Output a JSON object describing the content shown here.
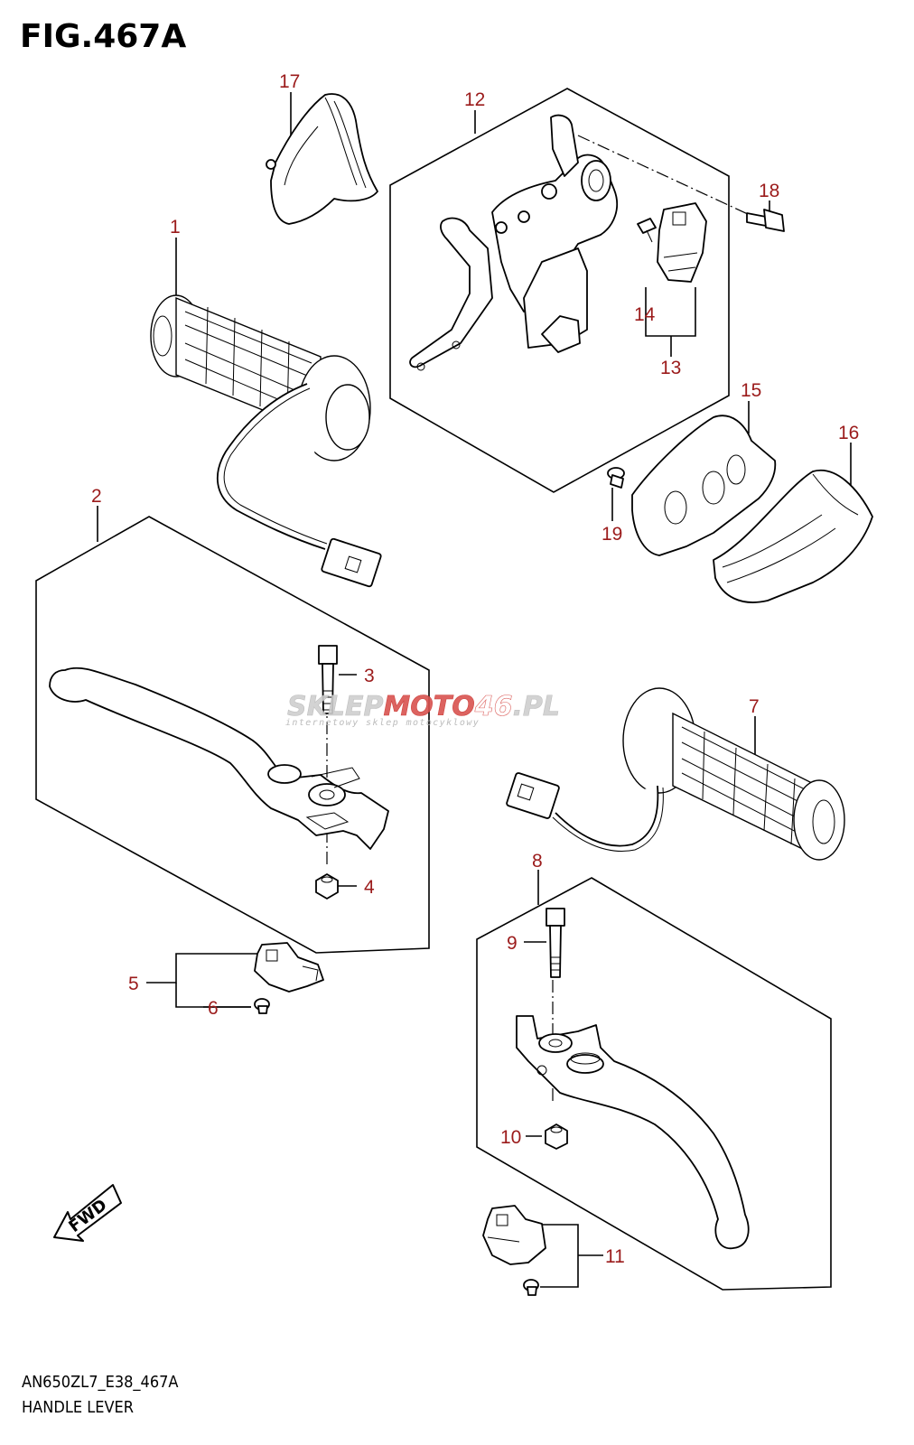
{
  "figure": {
    "title": "FIG.467A"
  },
  "footer": {
    "code": "AN650ZL7_E38_467A",
    "name": "HANDLE LEVER"
  },
  "watermark": {
    "brand_a": "SKLEP",
    "brand_b": "MOTO",
    "brand_c": "46",
    "brand_d": ".PL",
    "tagline": "internetowy sklep motocyklowy"
  },
  "fwd_label": "FWD",
  "callouts": {
    "c1": "1",
    "c2": "2",
    "c3": "3",
    "c4": "4",
    "c5": "5",
    "c6": "6",
    "c7": "7",
    "c8": "8",
    "c9": "9",
    "c10": "10",
    "c11": "11",
    "c12": "12",
    "c13": "13",
    "c14": "14",
    "c15": "15",
    "c16": "16",
    "c17": "17",
    "c18": "18",
    "c19": "19"
  },
  "colors": {
    "callout": "#9b1b1b",
    "watermark_red": "#d9534f",
    "watermark_grey": "#c8c8c8"
  }
}
